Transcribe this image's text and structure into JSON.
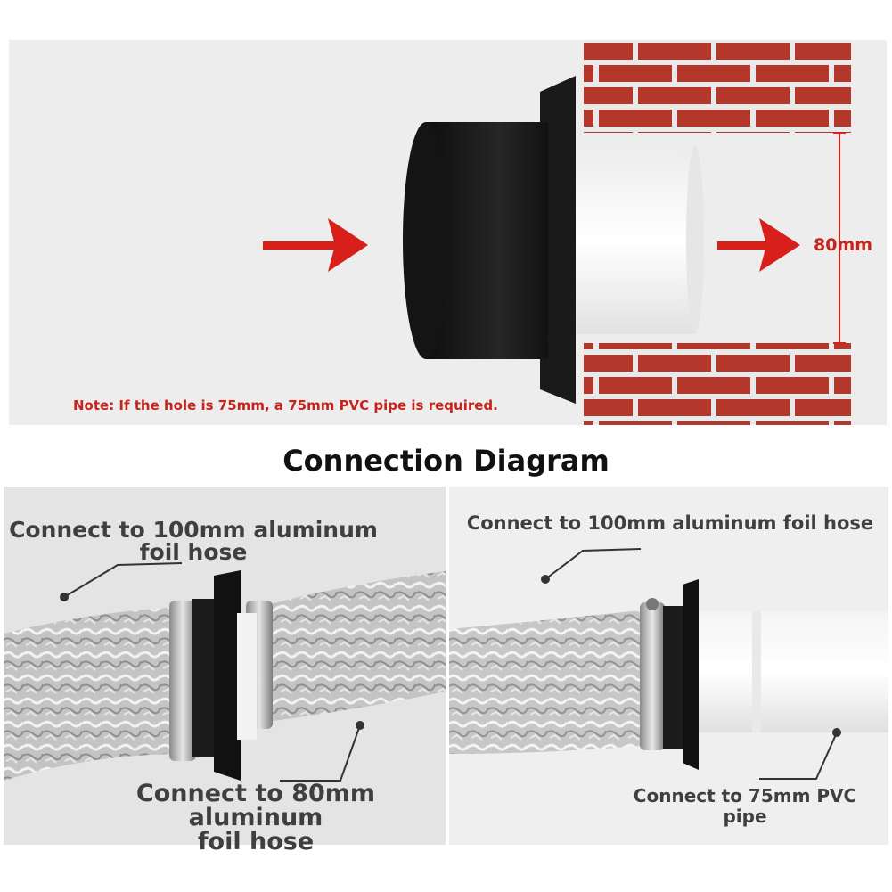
{
  "title": "Connection Diagram",
  "note": "Note: If the hole is 75mm, a 75mm PVC pipe is required.",
  "dimension_label": "80mm",
  "callouts": {
    "left_top": {
      "line1": "Connect to 100mm aluminum",
      "line2": "foil hose"
    },
    "left_bottom": {
      "line1": "Connect to 80mm aluminum",
      "line2": "foil hose"
    },
    "right_top": {
      "line1": "Connect to 100mm aluminum foil hose"
    },
    "right_bottom": {
      "line1": "Connect to 75mm PVC",
      "line2": "pipe"
    }
  },
  "colors": {
    "accent_red": "#d81f1a",
    "brick": "#b3372b",
    "mortar": "#e9e9e9",
    "collar_black": "#1b1b1b",
    "pipe_white": "#f6f6f6",
    "foil": "#c9c9c9"
  }
}
